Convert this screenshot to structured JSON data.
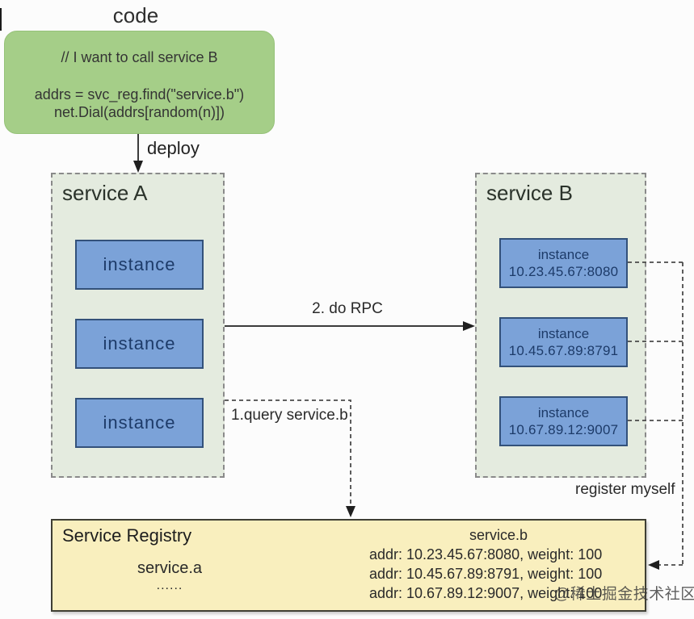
{
  "code_box": {
    "title": "code",
    "comment": "// I want to call service B",
    "line1": "addrs = svc_reg.find(\"service.b\")",
    "line2": "net.Dial(addrs[random(n)])"
  },
  "arrows": {
    "deploy_label": "deploy",
    "rpc_label": "2. do RPC",
    "query_label": "1.query service.b",
    "register_label": "register myself"
  },
  "service_a": {
    "title": "service A",
    "instances": [
      {
        "name": "instance"
      },
      {
        "name": "instance"
      },
      {
        "name": "instance"
      }
    ]
  },
  "service_b": {
    "title": "service B",
    "instances": [
      {
        "name": "instance",
        "addr": "10.23.45.67:8080"
      },
      {
        "name": "instance",
        "addr": "10.45.67.89:8791"
      },
      {
        "name": "instance",
        "addr": "10.67.89.12:9007"
      }
    ]
  },
  "registry": {
    "title": "Service Registry",
    "left_column": {
      "service": "service.a",
      "ellipsis": "......"
    },
    "right_column": {
      "service": "service.b",
      "entries": [
        "addr: 10.23.45.67:8080, weight: 100",
        "addr: 10.45.67.89:8791, weight: 100",
        "addr: 10.67.89.12:9007, weight: 100"
      ]
    }
  },
  "watermark": "@稀土掘金技术社区",
  "colors": {
    "code_box_bg": "#a5ce88",
    "service_box_bg": "#e4ebdf",
    "service_box_border": "#8a8a8a",
    "instance_bg": "#7ba2d8",
    "instance_border": "#33517a",
    "instance_text": "#1d3b69",
    "registry_bg": "#f9efbe",
    "registry_border": "#3f3f34",
    "arrow_color": "#3c3c3c"
  }
}
